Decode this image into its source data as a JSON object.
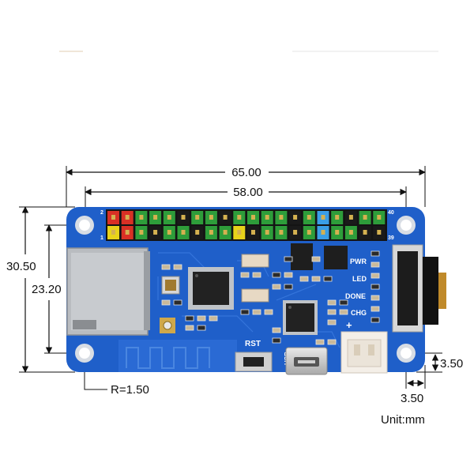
{
  "dimensions": {
    "total_width": "65.00",
    "hole_spacing_width": "58.00",
    "total_height": "30.50",
    "hole_spacing_height": "23.20",
    "corner_radius": "R=1.50",
    "hole_offset_right": "3.50",
    "hole_offset_bottom": "3.50",
    "unit": "Unit:mm"
  },
  "silkscreen": {
    "pin_first": "2",
    "pin_second": "1",
    "pin_last": "40",
    "pin_last_minus": "39",
    "rst": "RST",
    "usb": "USB",
    "pwr": "PWR",
    "led": "LED",
    "done": "DONE",
    "chg": "CHG",
    "plus": "+"
  },
  "colors": {
    "pcb": "#1f5fc9",
    "pcb_dark": "#17489c",
    "dim_line": "#111111",
    "header_black": "#1a1a1a",
    "header_red": "#d93025",
    "header_yellow": "#e8d21a",
    "header_green": "#2e9d3a",
    "header_blue": "#3a9ee6"
  },
  "header_pins": {
    "top": [
      "red",
      "red",
      "green",
      "green",
      "green",
      "black",
      "green",
      "green",
      "black",
      "green",
      "green",
      "green",
      "green",
      "black",
      "green",
      "blue",
      "green",
      "black",
      "green",
      "green"
    ],
    "bottom": [
      "yellow",
      "red",
      "green",
      "black",
      "green",
      "green",
      "black",
      "green",
      "green",
      "yellow",
      "black",
      "green",
      "green",
      "black",
      "green",
      "blue",
      "green",
      "green",
      "black",
      "black"
    ]
  }
}
